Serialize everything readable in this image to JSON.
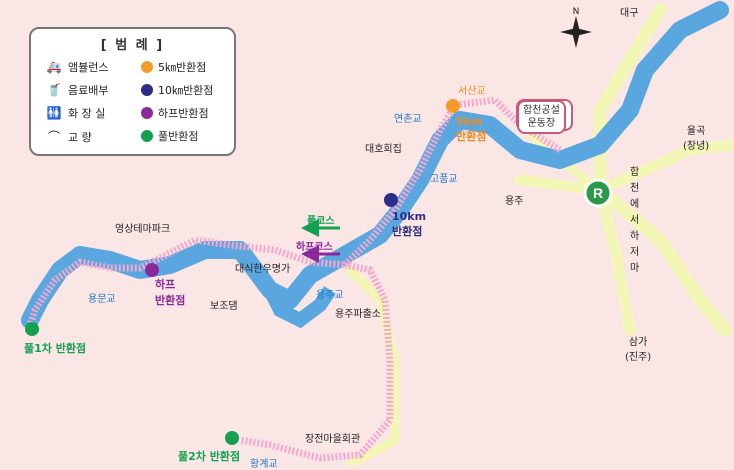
{
  "legend": {
    "title": "[ 범   례 ]",
    "items": [
      {
        "label": "앰뷸런스",
        "icon": "ambulance-icon"
      },
      {
        "label": "음료배부",
        "icon": "drink-cup-icon"
      },
      {
        "label": "화 장 실",
        "icon": "restroom-icon"
      },
      {
        "label": "교      량",
        "icon": "bridge-icon"
      },
      {
        "label": "5㎞반환점",
        "color": "#f59b2b"
      },
      {
        "label": "10㎞반환점",
        "color": "#2c2f86"
      },
      {
        "label": "하프반환점",
        "color": "#8a2a9a"
      },
      {
        "label": "풀반환점",
        "color": "#13a050"
      }
    ]
  },
  "places": {
    "daegu": "대구",
    "yulgok": "율곡\n(창녕)",
    "samga": "삼가\n(진주)",
    "yongju": "용주",
    "hapcheon_road": "합천에서 하 저 마",
    "yeonchongyo": "연촌교",
    "seosangyo": "서산교",
    "stadium": "합천공설\n운동장",
    "daehohoejip": "대호회집",
    "gopumgyo": "고품교",
    "yeongsang": "영상테마파크",
    "daesik": "대식한우명가",
    "bojodam": "보조댐",
    "yongmungyo": "용문교",
    "yongjugyo": "용주교",
    "police": "용주파출소",
    "jangjeon": "장전마을회관",
    "hwanggyegyo": "황계교",
    "full_course": "풀코스",
    "half_course": "하프코스",
    "r_marker": "R"
  },
  "turns": {
    "five_km": "5km\n반환점",
    "ten_km": "10km\n반환점",
    "half": "하프\n반환점",
    "full1": "풀1차 반환점",
    "full2": "풀2차 반환점"
  },
  "colors": {
    "river": "#5aa7e0",
    "road": "#f3f7b6",
    "route": "#f5a7cf",
    "five_km": "#f59b2b",
    "ten_km": "#2c2f86",
    "half": "#8a2a9a",
    "full": "#13a050"
  }
}
